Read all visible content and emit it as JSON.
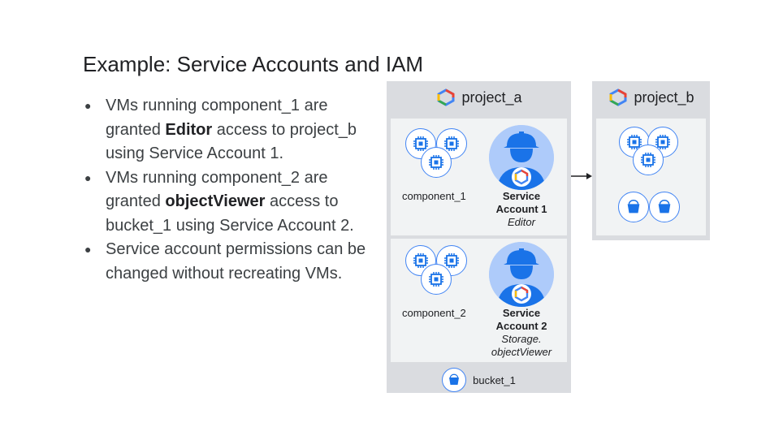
{
  "slide": {
    "title": "Example: Service Accounts and IAM"
  },
  "bullets": [
    {
      "pre": "VMs running component_1 are granted ",
      "bold": "Editor",
      "post": " access to project_b using Service Account 1."
    },
    {
      "pre": "VMs running component_2 are granted ",
      "bold": "objectViewer",
      "post": " access to bucket_1 using Service Account 2."
    },
    {
      "pre": "Service account permissions can be changed without recreating VMs.",
      "bold": "",
      "post": ""
    }
  ],
  "diagram": {
    "project_a": {
      "label": "project_a",
      "component_1": {
        "label": "component_1",
        "sa_name": "Service Account 1",
        "sa_role": "Editor"
      },
      "component_2": {
        "label": "component_2",
        "sa_name": "Service Account 2",
        "sa_role": "Storage. objectViewer"
      },
      "bucket_label": "bucket_1"
    },
    "project_b": {
      "label": "project_b"
    }
  },
  "colors": {
    "accent": "#4285f4",
    "project_bg": "#dadce0",
    "panel_bg": "#f1f3f4",
    "sa_bg": "#aecbfa",
    "sa_figure": "#1a73e8"
  },
  "icons": [
    "gcp-logo-icon",
    "compute-engine-vm-icon",
    "service-account-icon",
    "storage-bucket-icon",
    "arrow-right-icon"
  ]
}
